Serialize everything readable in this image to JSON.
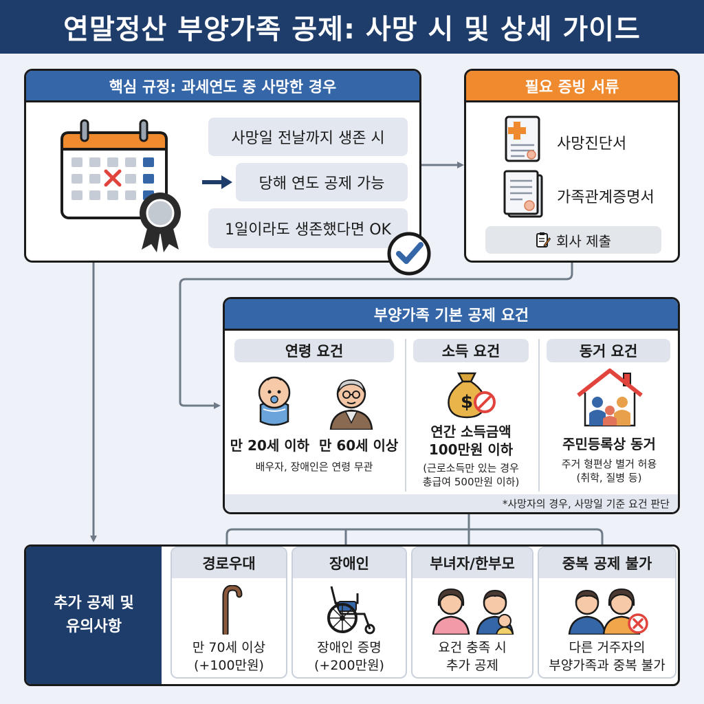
{
  "title": "연말정산 부양가족 공제: 사망 시 및 상세 가이드",
  "core_rule": {
    "header": "핵심 규정: 과세연도 중 사망한 경우",
    "lines": [
      "사망일 전날까지 생존 시",
      "당해 연도 공제 가능",
      "1일이라도 생존했다면 OK"
    ],
    "icons": [
      "calendar-icon",
      "award-ribbon-icon",
      "check-circle-icon",
      "arrow-right-icon"
    ]
  },
  "documents": {
    "header": "필요 증빙 서류",
    "items": [
      {
        "label": "사망진단서",
        "icon": "medical-document-icon"
      },
      {
        "label": "가족관계증명서",
        "icon": "certificate-document-icon"
      }
    ],
    "submit_label": "회사 제출",
    "submit_icon": "memo-icon"
  },
  "requirements": {
    "header": "부양가족 기본 공제 요건",
    "age": {
      "title": "연령 요건",
      "main": "만 20세 이하  만 60세 이상",
      "sub": "배우자, 장애인은 연령 무관",
      "icons": [
        "baby-icon",
        "elderly-man-icon"
      ]
    },
    "income": {
      "title": "소득 요건",
      "main_1": "연간 소득금액",
      "main_2": "100만원 이하",
      "sub_1": "(근로소득만 있는 경우",
      "sub_2": "총급여 500만원 이하)",
      "icon": "money-bag-no-icon"
    },
    "cohabit": {
      "title": "동거 요건",
      "main": "주민등록상 동거",
      "sub_1": "주거 형편상 별거 허용",
      "sub_2": "(취학, 질병 등)",
      "icon": "family-house-icon"
    },
    "footnote": "*사망자의 경우, 사망일 기준 요건 판단"
  },
  "additional": {
    "label_1": "추가 공제 및",
    "label_2": "유의사항",
    "cards": [
      {
        "title": "경로우대",
        "line_1": "만 70세 이상",
        "line_2": "(+100만원)",
        "icon": "cane-icon"
      },
      {
        "title": "장애인",
        "line_1": "장애인 증명",
        "line_2": "(+200만원)",
        "icon": "wheelchair-icon"
      },
      {
        "title": "부녀자/한부모",
        "line_1": "요건 충족 시",
        "line_2": "추가 공제",
        "icon": "parent-child-icon"
      },
      {
        "title": "중복 공제 불가",
        "line_1": "다른 거주자의",
        "line_2": "부양가족과 중복 불가",
        "icon": "duplicate-no-icon"
      }
    ]
  },
  "colors": {
    "navy": "#1f3d6b",
    "blue": "#3566a8",
    "orange": "#ef8a2e",
    "light_gray": "#dfe4ec",
    "red_mark": "#e0443c",
    "background": "#eef2f8"
  }
}
